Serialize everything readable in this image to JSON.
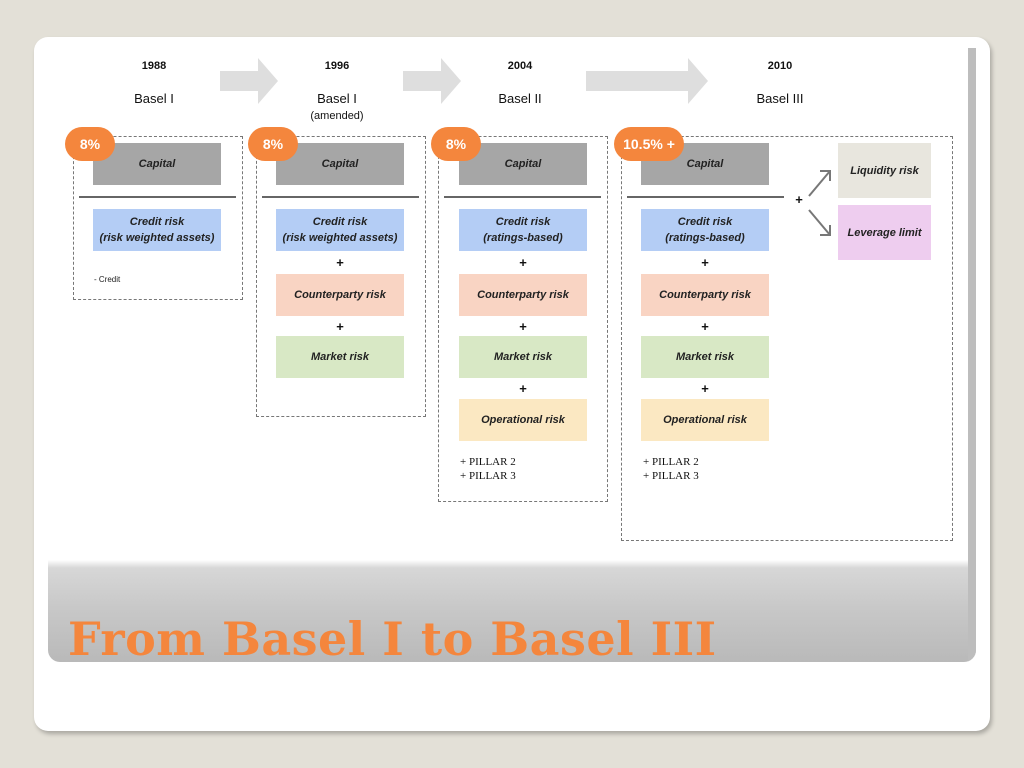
{
  "timeline": [
    {
      "year": "1988",
      "era": "Basel I",
      "sub": ""
    },
    {
      "year": "1996",
      "era": "Basel I",
      "sub": "(amended)"
    },
    {
      "year": "2004",
      "era": "Basel II",
      "sub": ""
    },
    {
      "year": "2010",
      "era": "Basel III",
      "sub": ""
    }
  ],
  "panels": {
    "basel1": {
      "badge": "8%",
      "capital": "Capital",
      "credit_l1": "Credit risk",
      "credit_l2": "(risk weighted assets)",
      "note": "- Credit"
    },
    "basel1_amended": {
      "badge": "8%",
      "capital": "Capital",
      "credit_l1": "Credit risk",
      "credit_l2": "(risk weighted assets)",
      "plus": "+",
      "counterparty": "Counterparty risk",
      "market": "Market risk"
    },
    "basel2": {
      "badge": "8%",
      "capital": "Capital",
      "credit_l1": "Credit risk",
      "credit_l2": "(ratings-based)",
      "plus": "+",
      "counterparty": "Counterparty risk",
      "market": "Market risk",
      "operational": "Operational risk",
      "pillar2": "+ PILLAR 2",
      "pillar3": "+ PILLAR 3"
    },
    "basel3": {
      "badge": "10.5% +",
      "capital": "Capital",
      "credit_l1": "Credit risk",
      "credit_l2": "(ratings-based)",
      "plus": "+",
      "counterparty": "Counterparty risk",
      "market": "Market risk",
      "operational": "Operational risk",
      "pillar2": "+ PILLAR 2",
      "pillar3": "+ PILLAR 3",
      "liquidity": "Liquidity risk",
      "leverage": "Leverage limit"
    }
  },
  "colors": {
    "accent": "#f4863d",
    "capital": "#a6a6a6",
    "credit": "#b4cdf5",
    "counterparty": "#f9d4c3",
    "market": "#d8e8c5",
    "operational": "#fbe8c2",
    "liquidity": "#e8e6de",
    "leverage": "#eecdef"
  },
  "slide_title": "From Basel I to Basel III"
}
